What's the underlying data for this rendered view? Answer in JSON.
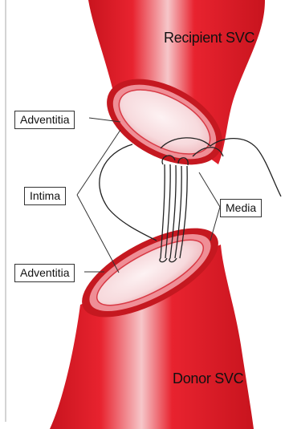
{
  "labels": {
    "recipient": "Recipient SVC",
    "donor": "Donor SVC",
    "adventitia_top": "Adventitia",
    "intima": "Intima",
    "adventitia_bottom": "Adventitia",
    "media": "Media"
  },
  "colors": {
    "vessel_red": "#e8232f",
    "vessel_dark": "#c51820",
    "lumen_pink": "#f4c3c7",
    "lumen_light": "#fbecee",
    "suture": "#222222",
    "leader": "#333333"
  }
}
